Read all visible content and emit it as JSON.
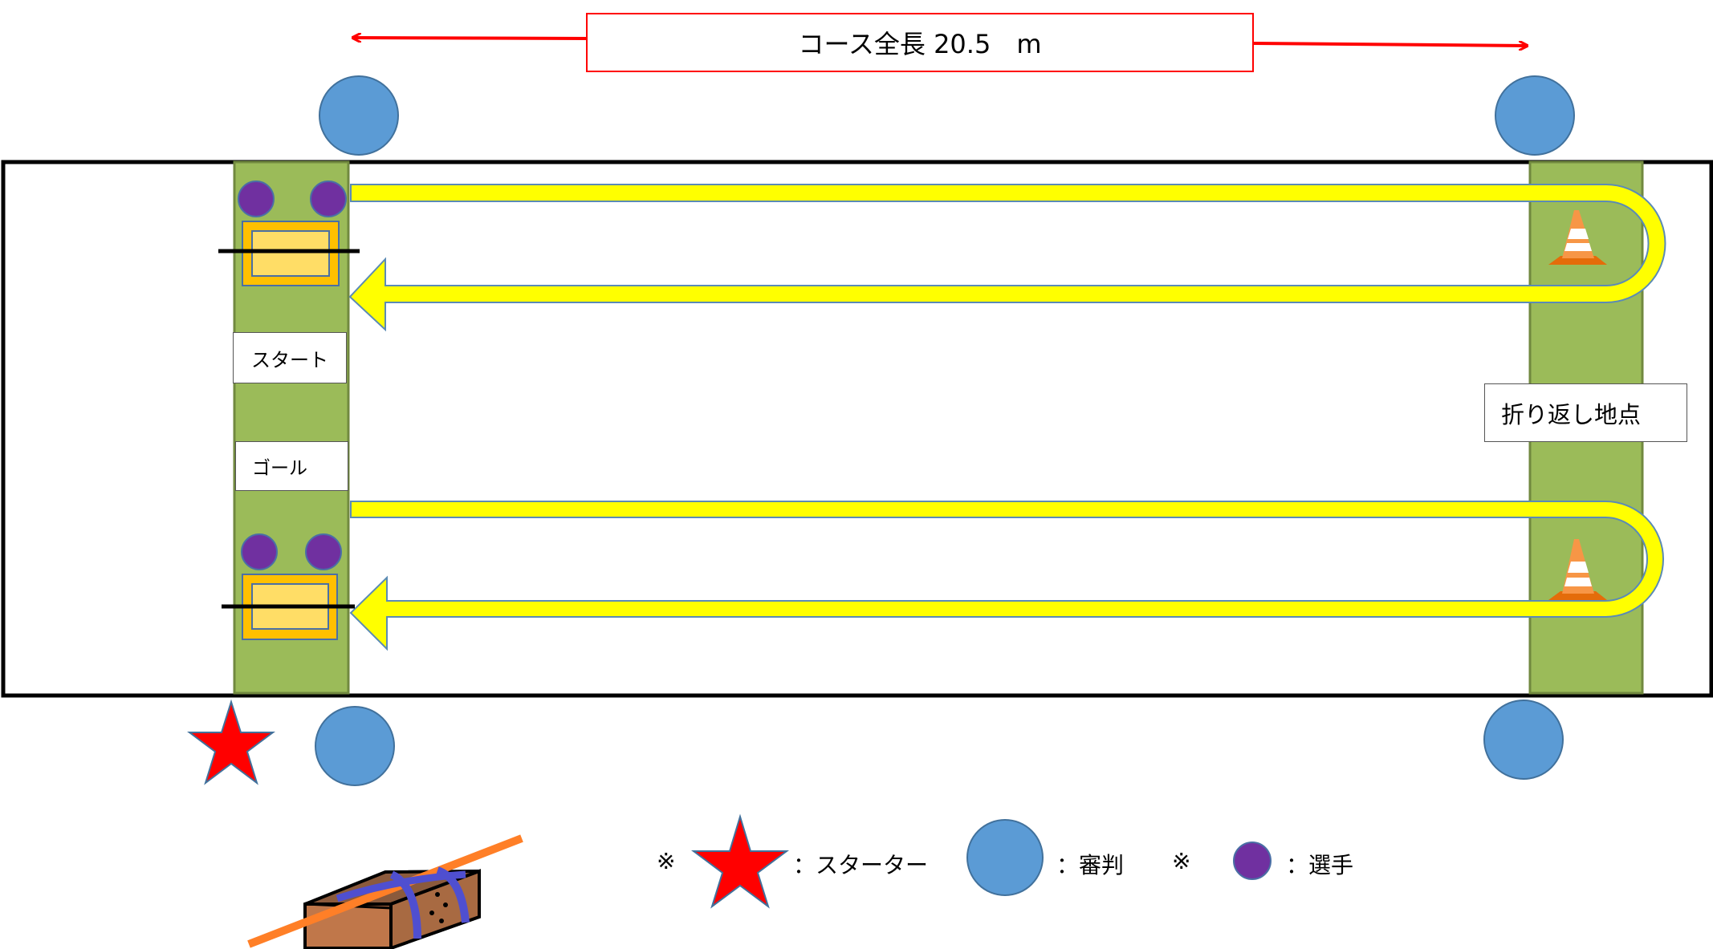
{
  "course_length_label": "コース全長 20.5　m",
  "start_label": "スタート",
  "goal_label": "ゴール",
  "turnaround_label": "折り返し地点",
  "legend": {
    "mark1": "※",
    "starter": "：スターター",
    "judge": "：審判",
    "mark2": "※",
    "player": "：選手"
  },
  "colors": {
    "arrow": "#ffff00",
    "lane_zone": "#9bbb59",
    "judge": "#5b9bd5",
    "player": "#7030a0",
    "starter": "#ff0000",
    "course_length_arrow": "#ff0000"
  }
}
